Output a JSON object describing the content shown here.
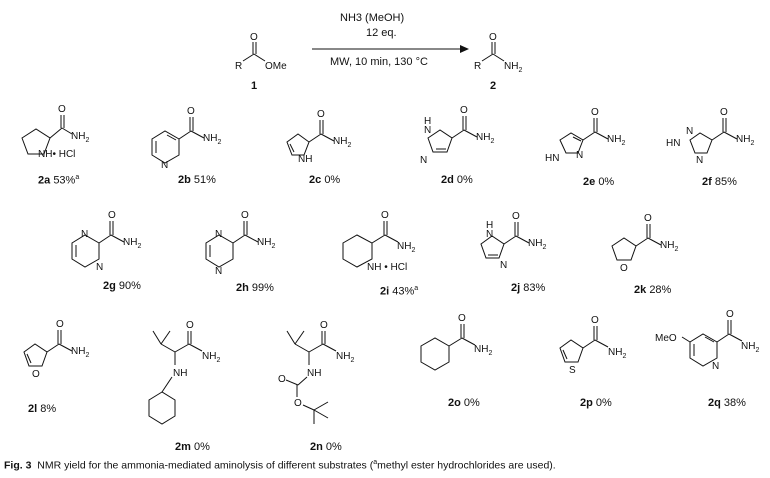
{
  "reaction": {
    "reagent": "NH3 (MeOH)",
    "equiv": "12 eq.",
    "conditions": "MW, 10 min, 130 °C",
    "sm_label": "1",
    "product_label": "2",
    "sm_groups": {
      "r": "R",
      "ome": "OMe",
      "o": "O"
    },
    "product_groups": {
      "r": "R",
      "nh2": "NH2",
      "o": "O"
    }
  },
  "compounds": [
    {
      "id": "2a",
      "yield": "53%",
      "note": "a"
    },
    {
      "id": "2b",
      "yield": "51%"
    },
    {
      "id": "2c",
      "yield": "0%"
    },
    {
      "id": "2d",
      "yield": "0%"
    },
    {
      "id": "2e",
      "yield": "0%"
    },
    {
      "id": "2f",
      "yield": "85%"
    },
    {
      "id": "2g",
      "yield": "90%"
    },
    {
      "id": "2h",
      "yield": "99%"
    },
    {
      "id": "2i",
      "yield": "43%",
      "note": "a"
    },
    {
      "id": "2j",
      "yield": "83%"
    },
    {
      "id": "2k",
      "yield": "28%"
    },
    {
      "id": "2l",
      "yield": "8%"
    },
    {
      "id": "2m",
      "yield": "0%"
    },
    {
      "id": "2n",
      "yield": "0%"
    },
    {
      "id": "2o",
      "yield": "0%"
    },
    {
      "id": "2p",
      "yield": "0%"
    },
    {
      "id": "2q",
      "yield": "38%"
    }
  ],
  "atom_labels": {
    "o": "O",
    "nh2": "NH2",
    "nh": "NH",
    "n": "N",
    "hn": "HN",
    "h": "H",
    "s": "S",
    "meo": "MeO",
    "nh_hcl": "NH• HCl",
    "nh_hcl2": "NH • HCl"
  },
  "caption": {
    "fig": "Fig. 3",
    "text_before": "NMR yield for the ammonia-mediated aminolysis of different substrates (",
    "note_mark": "a",
    "text_after": "methyl ester hydrochlorides are used)."
  }
}
